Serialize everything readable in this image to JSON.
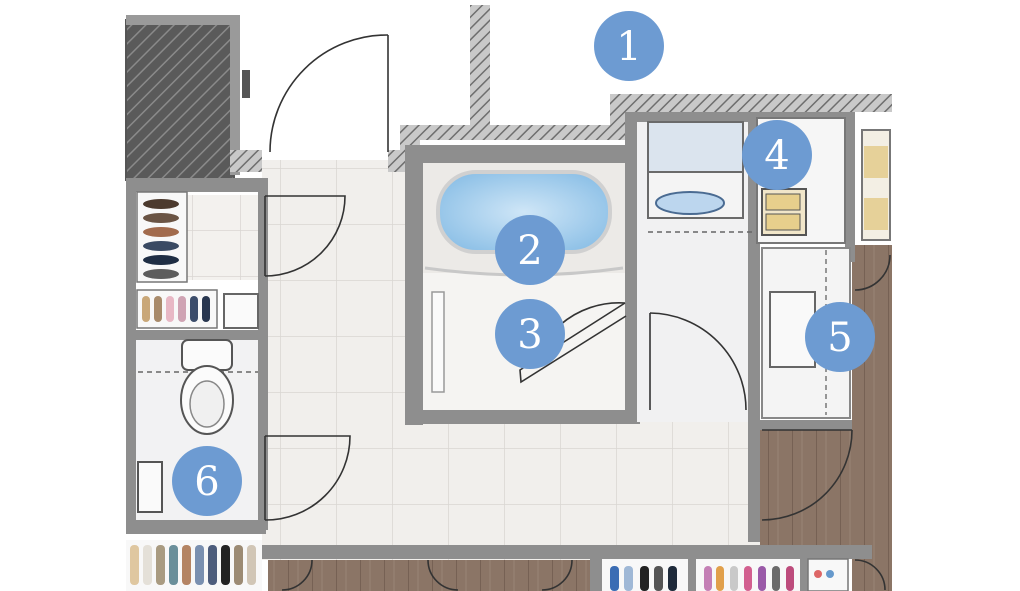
{
  "floor_plan": {
    "markers": [
      {
        "id": "1",
        "label": "1"
      },
      {
        "id": "2",
        "label": "2"
      },
      {
        "id": "3",
        "label": "3"
      },
      {
        "id": "4",
        "label": "4"
      },
      {
        "id": "5",
        "label": "5"
      },
      {
        "id": "6",
        "label": "6"
      }
    ],
    "colors": {
      "marker_fill": "#6d9bd2",
      "marker_text": "#ffffff",
      "wall": "#8e8e8e",
      "wall_hatch": "#4a4a4a",
      "floor_tile": "#f1efec",
      "tile_grout": "#d9d6d2",
      "wood_floor": "#8b7566",
      "bath_water": "#9ecbec"
    },
    "icons": [
      "shoe-rack-icon",
      "toilet-icon",
      "bathtub-icon",
      "washbasin-icon",
      "washing-machine-icon",
      "door-swing-icon"
    ]
  }
}
